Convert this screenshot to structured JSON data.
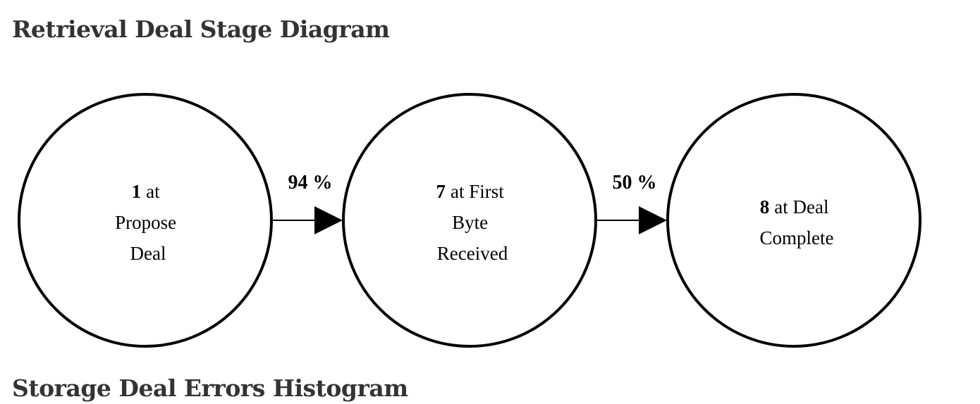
{
  "title": "Retrieval Deal Stage Diagram",
  "next_section_title": "Storage Deal Errors Histogram",
  "stages": [
    {
      "count": "1",
      "label_lines": [
        "at",
        "Propose",
        "Deal"
      ]
    },
    {
      "count": "7",
      "label_lines": [
        "at First",
        "Byte",
        "Received"
      ]
    },
    {
      "count": "8",
      "label_lines": [
        "at Deal",
        "Complete"
      ]
    }
  ],
  "transitions": [
    {
      "label": "94 %"
    },
    {
      "label": "50 %"
    }
  ],
  "colors": {
    "stroke": "#000000",
    "title": "#333333"
  }
}
